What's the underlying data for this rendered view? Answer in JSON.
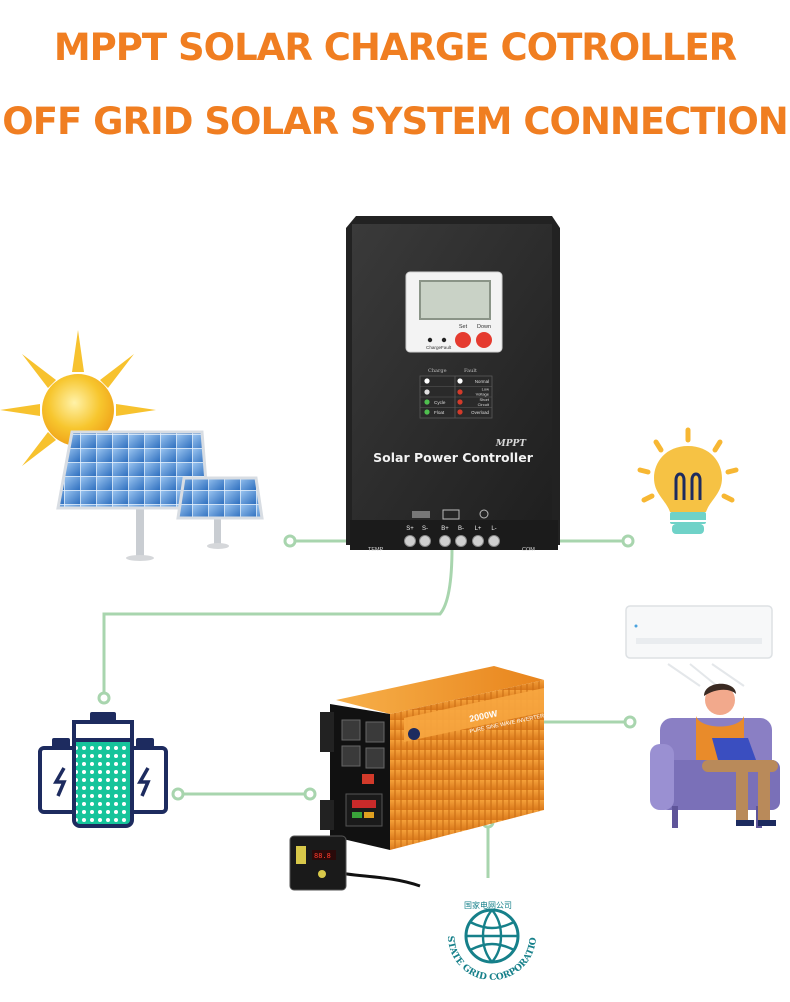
{
  "header": {
    "title_line1": "MPPT SOLAR CHARGE COTROLLER",
    "title_line2": "OFF GRID SOLAR SYSTEM CONNECTION"
  },
  "controller": {
    "button_set": "Set",
    "button_down": "Down",
    "led_charge": "Charge",
    "led_fault": "Fault",
    "indicator_header_charge": "Charge",
    "indicator_header_fault": "Fault",
    "indicator_cycle": "Cycle",
    "indicator_float": "Float",
    "indicator_normal": "Normal",
    "indicator_low": "Low",
    "indicator_voltage": "Voltage",
    "indicator_short": "Short",
    "indicator_circuit": "Circuit",
    "indicator_overload": "Overload",
    "brand_mppt": "MPPT",
    "brand_name": "Solar Power Controller",
    "terminal_s_plus": "S+",
    "terminal_s_minus": "S-",
    "terminal_b_plus": "B+",
    "terminal_b_minus": "B-",
    "terminal_l_plus": "L+",
    "terminal_l_minus": "L-",
    "label_temp": "TEMP",
    "label_com": "COM"
  },
  "inverter": {
    "model": "2000W",
    "type": "PURE SINE WAVE INVERTER",
    "remote_display": "88.8"
  },
  "grid": {
    "logo_top": "国家电网公司",
    "logo_ring": "STATE GRID CORPORATION OF CHINA"
  },
  "colors": {
    "title": "#f07e21",
    "connector": "#a8d5ae",
    "controller_body": "#2b2b2b",
    "inverter_body": "#f29a2e",
    "battery_green": "#16c49b",
    "battery_navy": "#1d2b5f",
    "bulb_yellow": "#f6c244",
    "bulb_base": "#6fd2c8",
    "grid_teal": "#16808a"
  }
}
